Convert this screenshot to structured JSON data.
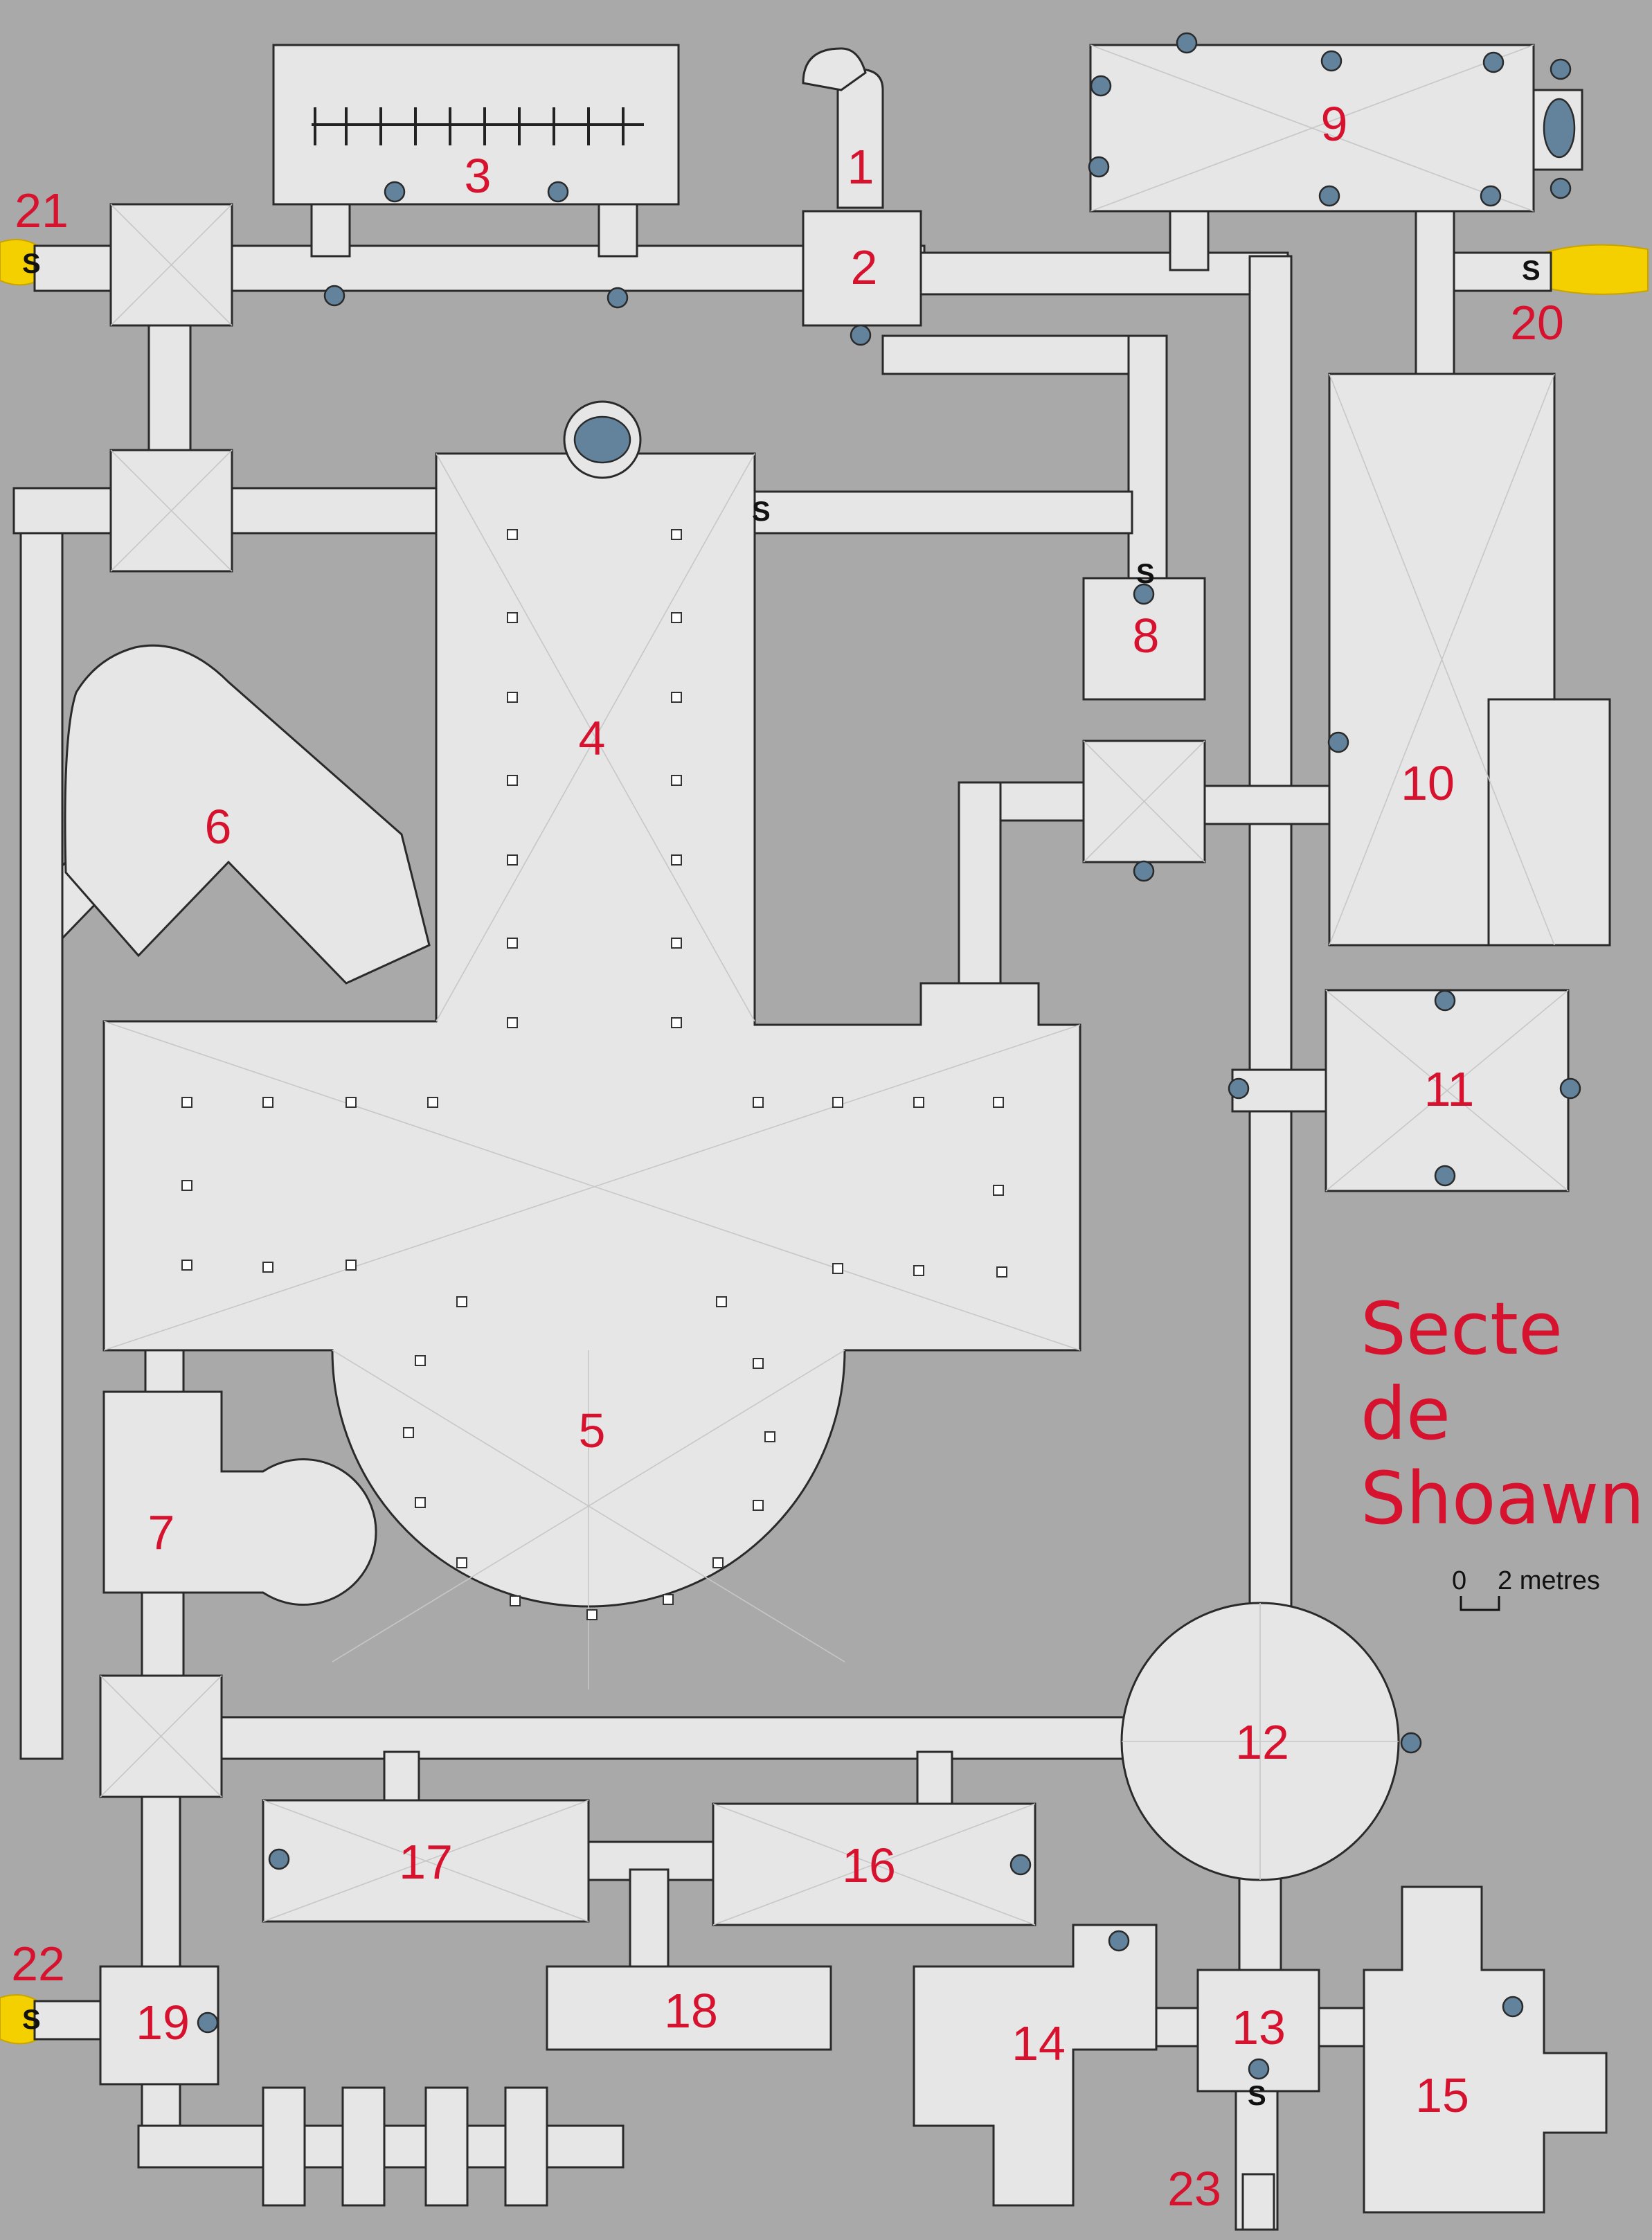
{
  "map": {
    "title_lines": [
      "Secte",
      "de",
      "Shoawn"
    ],
    "scale": {
      "zero": "0",
      "label": "2 metres"
    },
    "secret_door_glyph": "S",
    "colors": {
      "background": "#a9a9a9",
      "floor": "#e6e6e6",
      "wall": "#2a2a2a",
      "pillar": "#62839b",
      "label": "#d6122e",
      "exit": "#f5d000"
    },
    "room_labels": [
      "1",
      "2",
      "3",
      "4",
      "5",
      "6",
      "7",
      "8",
      "9",
      "10",
      "11",
      "12",
      "13",
      "14",
      "15",
      "16",
      "17",
      "18",
      "19",
      "20",
      "21",
      "22",
      "23"
    ]
  }
}
